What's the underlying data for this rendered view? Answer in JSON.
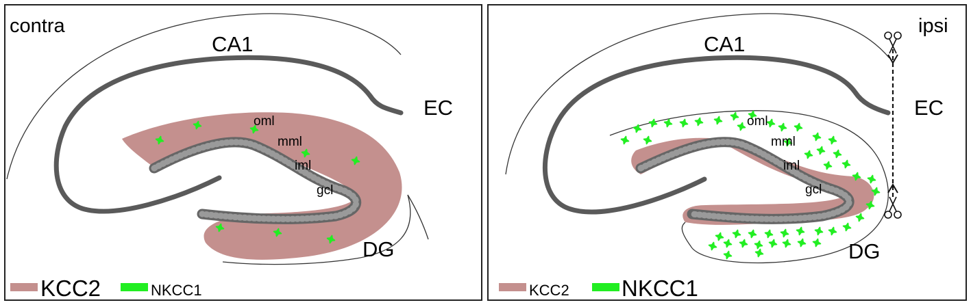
{
  "panels": [
    {
      "condition": "contra",
      "labels": {
        "ca1": "CA1",
        "ec": "EC",
        "dg": "DG",
        "oml": "oml",
        "mml": "mml",
        "iml": "iml",
        "gcl": "gcl"
      },
      "legend": {
        "kcc2": "KCC2",
        "nkcc1": "NKCC1",
        "emphasis": "KCC2"
      }
    },
    {
      "condition": "ipsi",
      "labels": {
        "ca1": "CA1",
        "ec": "EC",
        "dg": "DG",
        "oml": "oml",
        "mml": "mml",
        "iml": "iml",
        "gcl": "gcl"
      },
      "legend": {
        "kcc2": "KCC2",
        "nkcc1": "NKCC1",
        "emphasis": "NKCC1"
      }
    }
  ],
  "colors": {
    "kcc2": "#c4908e",
    "nkcc1": "#22ee22",
    "ca_layer": "#5a5a5a",
    "gcl": "#888888"
  },
  "icons": {
    "lesion_cut": "scissors-icon"
  }
}
